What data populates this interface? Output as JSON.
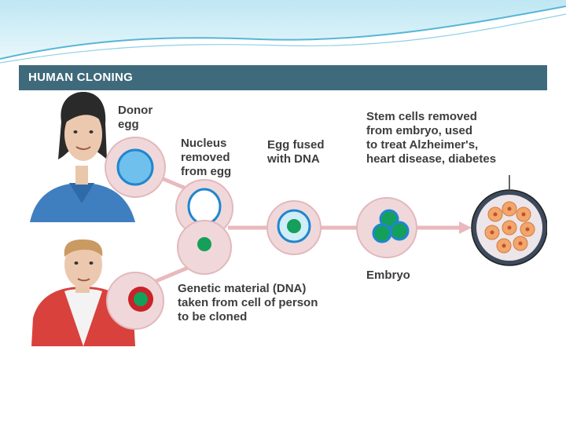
{
  "title": "HUMAN CLONING",
  "labels": {
    "donor_egg": "Donor\negg",
    "nucleus_removed": "Nucleus\nremoved\nfrom egg",
    "egg_fused": "Egg fused\nwith DNA",
    "stem_cells": "Stem cells removed\nfrom embryo, used\nto treat Alzheimer's,\nheart disease, diabetes",
    "embryo": "Embryo",
    "genetic_material": "Genetic material (DNA)\ntaken from cell of person\nto be cloned"
  },
  "colors": {
    "title_bar": "#3f6a7c",
    "cell_fill": "#f0d8da",
    "cell_edge": "#e2b8bc",
    "connector": "#e9b9bd",
    "nucleus_blue": "#1f86cf",
    "nucleus_green": "#14a05a",
    "nucleus_red": "#c8222a",
    "woman_jacket": "#3f7fc0",
    "man_shirt": "#d9413c",
    "embryo_cells": "#f2a66b"
  }
}
